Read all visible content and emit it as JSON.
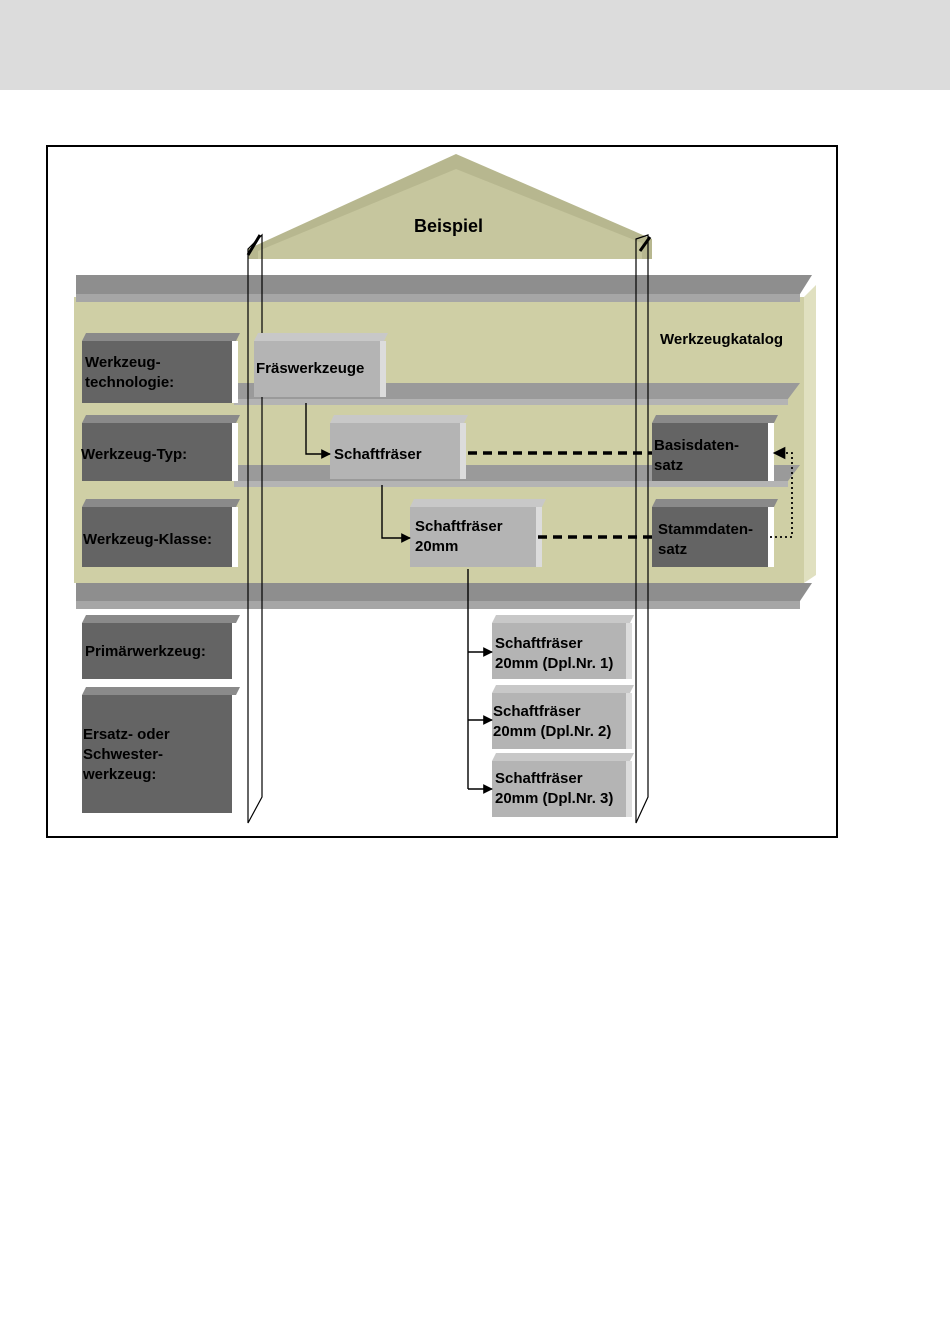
{
  "header": {},
  "diagram": {
    "roof_title": "Beispiel",
    "catalog_label": "Werkzeugkatalog",
    "levels": {
      "technologie": [
        "Werkzeug-",
        "technologie:"
      ],
      "typ": [
        "Werkzeug-Typ:"
      ],
      "klasse": [
        "Werkzeug-Klasse:"
      ],
      "primaer": [
        "Primärwerkzeug:"
      ],
      "ersatz": [
        "Ersatz- oder",
        "Schwester-",
        "werkzeug:"
      ]
    },
    "nodes": {
      "fraeswerkzeuge": [
        "Fräswerkzeuge"
      ],
      "schaftfraeser": [
        "Schaftfräser"
      ],
      "schaftfraeser_20": [
        "Schaftfräser",
        "20mm"
      ],
      "duplikat_1": [
        "Schaftfräser",
        "20mm (Dpl.Nr. 1)"
      ],
      "duplikat_2": [
        "Schaftfräser",
        "20mm (Dpl.Nr. 2)"
      ],
      "duplikat_3": [
        "Schaftfräser",
        "20mm (Dpl.Nr. 3)"
      ],
      "basisdaten": [
        "Basisdaten-",
        "satz"
      ],
      "stammdaten": [
        "Stammdaten-",
        "satz"
      ]
    },
    "colors": {
      "dark_box": "#646464",
      "light_box": "#b4b4b4",
      "shelf": "#9a9a9a",
      "catalog_bg": "#cfcfa5",
      "roof": "#c2c29a"
    }
  }
}
